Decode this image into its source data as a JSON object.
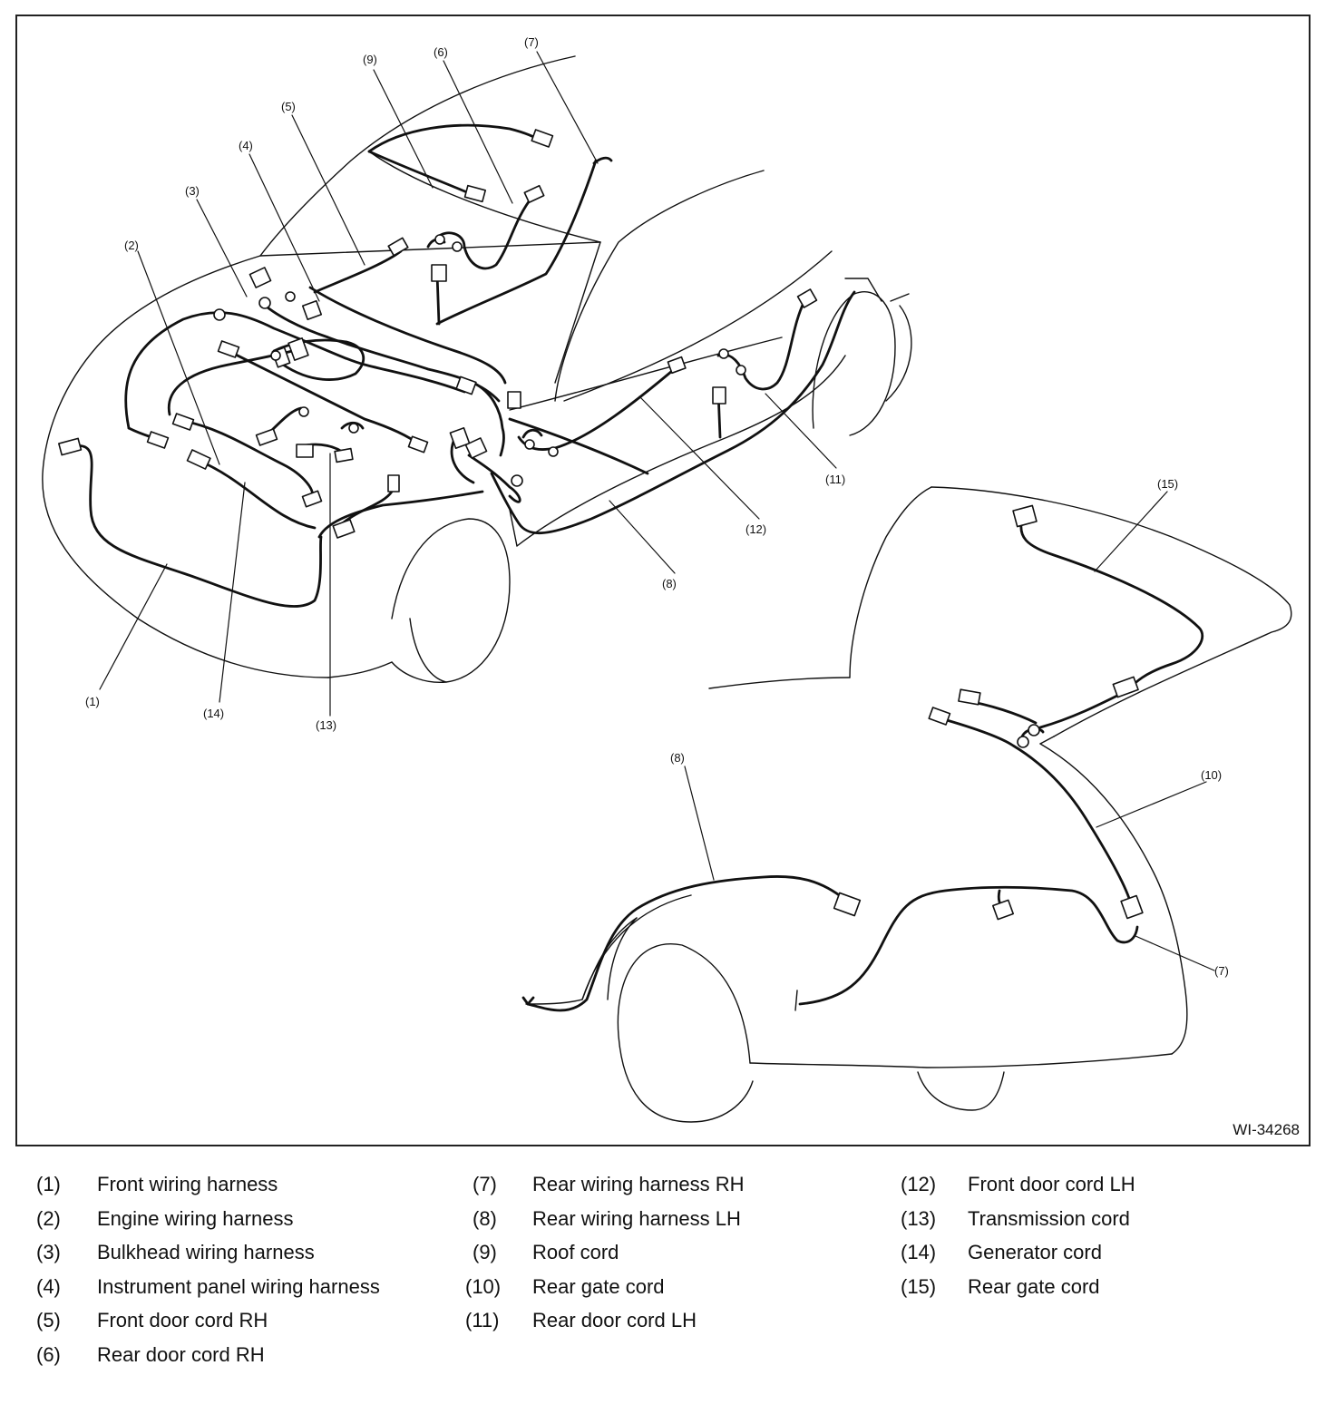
{
  "figure": {
    "id": "WI-34268",
    "callouts": [
      "(1)",
      "(2)",
      "(3)",
      "(4)",
      "(5)",
      "(6)",
      "(7)",
      "(8)",
      "(9)",
      "(10)",
      "(11)",
      "(12)",
      "(13)",
      "(14)",
      "(15)",
      "(8)",
      "(7)"
    ]
  },
  "legend": [
    {
      "num": "(1)",
      "label": "Front wiring harness"
    },
    {
      "num": "(2)",
      "label": "Engine wiring harness"
    },
    {
      "num": "(3)",
      "label": "Bulkhead wiring harness"
    },
    {
      "num": "(4)",
      "label": "Instrument panel wiring harness"
    },
    {
      "num": "(5)",
      "label": "Front door cord RH"
    },
    {
      "num": "(6)",
      "label": "Rear door cord RH"
    },
    {
      "num": "(7)",
      "label": "Rear wiring harness RH"
    },
    {
      "num": "(8)",
      "label": "Rear wiring harness LH"
    },
    {
      "num": "(9)",
      "label": "Roof cord"
    },
    {
      "num": "(10)",
      "label": "Rear gate cord"
    },
    {
      "num": "(11)",
      "label": "Rear door cord LH"
    },
    {
      "num": "(12)",
      "label": "Front door cord LH"
    },
    {
      "num": "(13)",
      "label": "Transmission cord"
    },
    {
      "num": "(14)",
      "label": "Generator cord"
    },
    {
      "num": "(15)",
      "label": "Rear gate cord"
    }
  ]
}
